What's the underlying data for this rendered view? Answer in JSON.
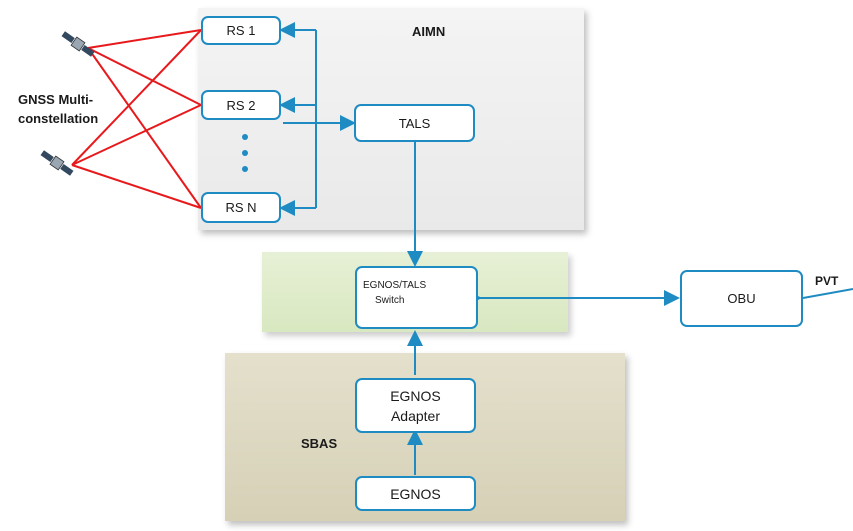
{
  "gnss": {
    "label_line1": "GNSS Multi-",
    "label_line2": "constellation"
  },
  "aimn": {
    "title": "AIMN",
    "stations": [
      "RS 1",
      "RS 2",
      "RS N"
    ],
    "tals": "TALS"
  },
  "switch": {
    "line1": "EGNOS/TALS",
    "line2": "Switch"
  },
  "obu": {
    "label": "OBU",
    "output": "PVT"
  },
  "sbas": {
    "title": "SBAS",
    "adapter_line1": "EGNOS",
    "adapter_line2": "Adapter",
    "egnos": "EGNOS"
  },
  "colors": {
    "link_blue": "#1f8bc3",
    "signal_red": "#e8191c",
    "aimn_bg": "#eeeeee",
    "switch_bg": "#dfeccb",
    "sbas_bg": "#ddd7c0"
  },
  "icons": [
    "satellite-icon",
    "satellite-icon"
  ]
}
